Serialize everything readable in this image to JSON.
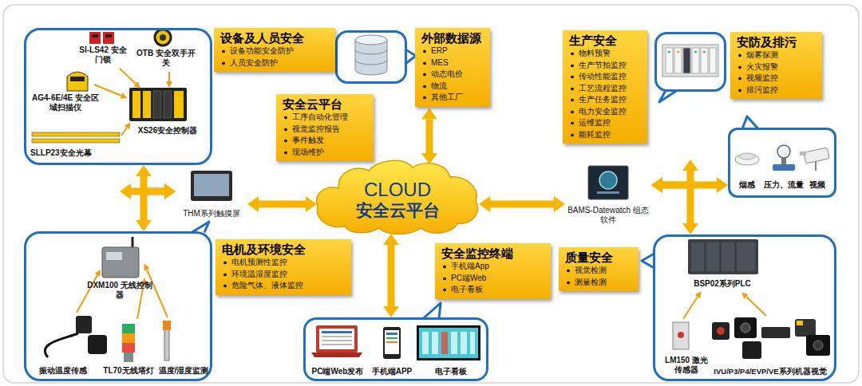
{
  "diagram": {
    "nodes": [
      {
        "text": [
          "SI-LS42 安全门锁",
          "OTB 安全双手开关",
          "AG4-6E/4E 安全区域扫描仪",
          "XS26安全控制器",
          "SLLP23安全光幕"
        ]
      },
      {
        "text": [
          "设备及人员安全",
          "设备功能安全防护",
          "人员安全防护"
        ]
      },
      {
        "text": [
          "外部数据源",
          "ERP",
          "MES",
          "动态电价",
          "物流",
          "其他工厂"
        ]
      },
      {
        "text": [
          "安全云平台",
          "工序自动化管理",
          "视觉监控报告",
          "事件触发",
          "现场维护"
        ]
      },
      {
        "text": [
          "生产安全",
          "物料预警",
          "生产节拍监控",
          "传动性能监控",
          "工艺流程监控",
          "生产任务监控",
          "电力安全监控",
          "运维监控",
          "能耗监控"
        ]
      },
      {
        "text": [
          "安防及排污",
          "烟雾探测",
          "火灾报警",
          "视频监控",
          "排污监控"
        ]
      },
      {
        "text": [
          "THM系列触摸屏"
        ]
      },
      {
        "text": [
          "CLOUD",
          "安全云平台"
        ]
      },
      {
        "text": [
          "BAMS-Datewatch 组态软件"
        ]
      },
      {
        "text": [
          "烟感",
          "压力、流量",
          "视频"
        ]
      },
      {
        "text": [
          "DXM100 无线控制器",
          "振动温度传感",
          "TL70无线塔灯",
          "温度/湿度监测"
        ]
      },
      {
        "text": [
          "电机及环境安全",
          "电机预测性监控",
          "环境温湿度监控",
          "危险气体、液体监控"
        ]
      },
      {
        "text": [
          "安全监控终端",
          "手机端App",
          "PC端Web",
          "电子看板"
        ]
      },
      {
        "text": [
          "质量安全",
          "视觉检测",
          "测量检测"
        ]
      },
      {
        "text": [
          "PC端Web发布",
          "手机端APP",
          "电子看板"
        ]
      },
      {
        "text": [
          "BSP02系列PLC",
          "LM150 激光传感器",
          "IVU/P3/P4/EVP/VE系列机器视觉"
        ]
      }
    ],
    "edges": [
      {
        "from": 6,
        "to": 7,
        "arrow": "both"
      },
      {
        "from": 2,
        "to": 7,
        "arrow": "both"
      },
      {
        "from": 7,
        "to": 8,
        "arrow": "both"
      },
      {
        "from": 7,
        "to": 14,
        "arrow": "both"
      },
      {
        "from": 0,
        "to": 6,
        "arrow": "both"
      },
      {
        "from": 10,
        "to": 6,
        "arrow": "both"
      },
      {
        "from": 8,
        "to": 9,
        "arrow": "both"
      },
      {
        "from": 8,
        "to": 15,
        "arrow": "both"
      }
    ]
  }
}
